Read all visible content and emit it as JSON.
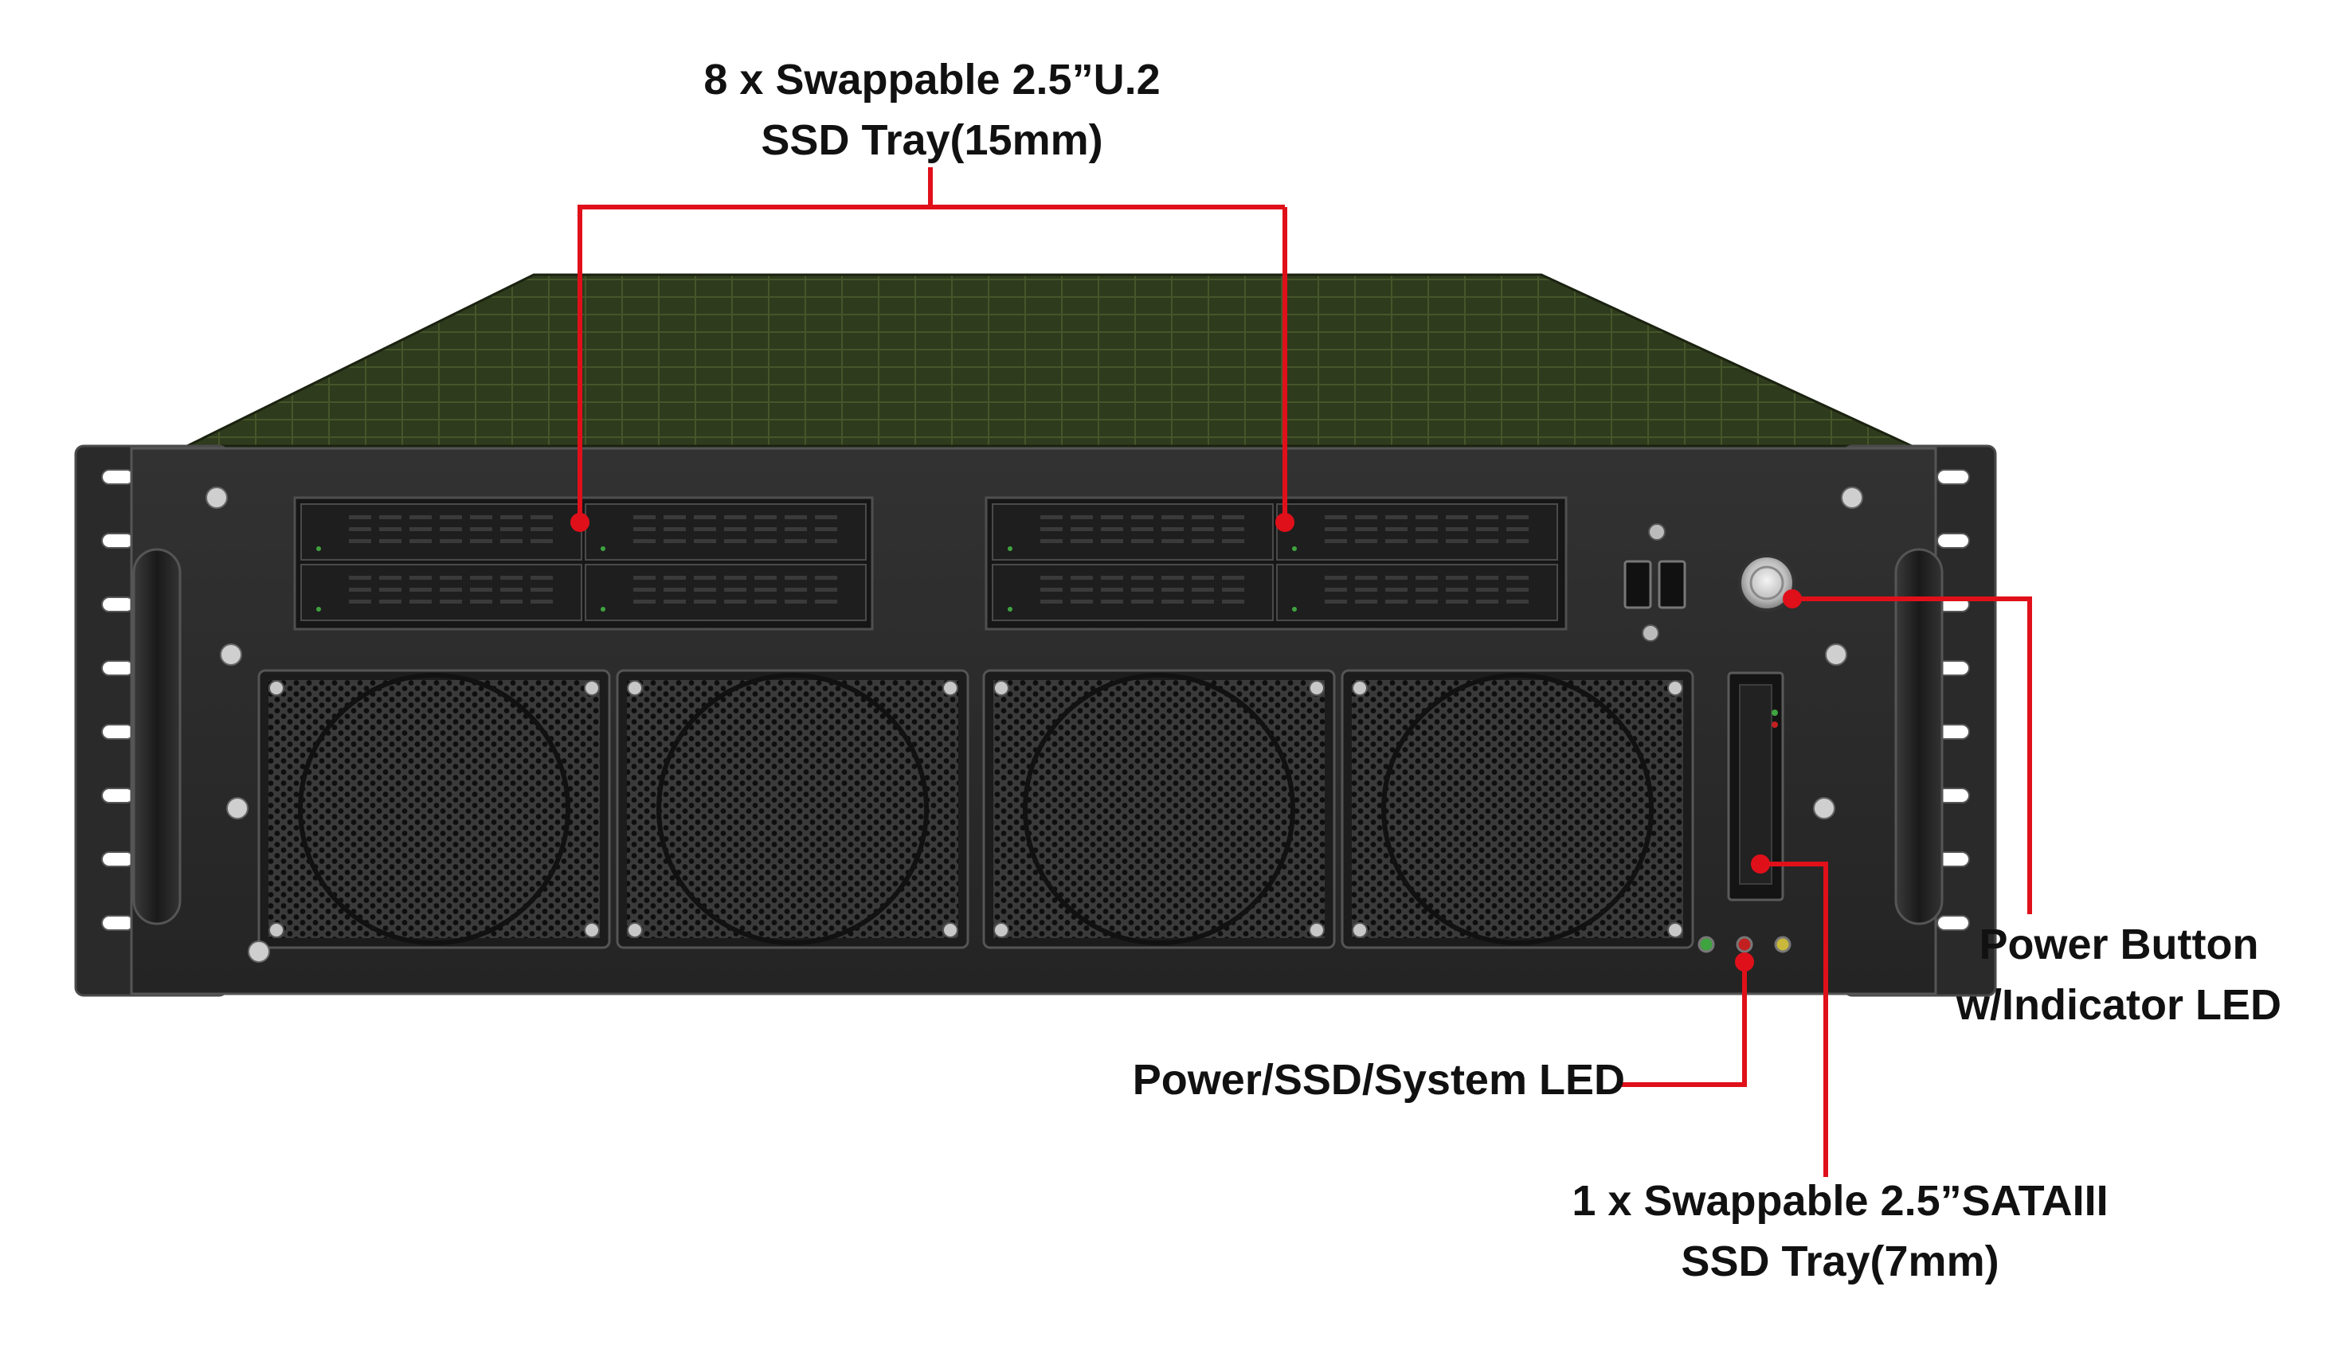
{
  "callouts": {
    "u2_trays": {
      "line1": "8 x Swappable 2.5”U.2",
      "line2": "SSD Tray(15mm)"
    },
    "power_button": {
      "line1": "Power Button",
      "line2": "w/Indicator LED"
    },
    "status_led": {
      "line1": "Power/SSD/System LED"
    },
    "sata_tray": {
      "line1": "1 x Swappable 2.5”SATAIII",
      "line2": "SSD Tray(7mm)"
    }
  },
  "colors": {
    "callout_line": "#e0101a",
    "chassis_front": "#2b2b2b",
    "chassis_top": "#2e3a1c",
    "bezel_edge": "#4a4a4a",
    "fan_grille": "#1c1c1c",
    "led_green": "#3fa33f",
    "led_red": "#c22020",
    "led_yellow": "#c9b83a"
  },
  "device": {
    "u2_tray_count": 8,
    "fan_count": 4,
    "sata_tray_count": 1,
    "usb_port_count": 2
  }
}
